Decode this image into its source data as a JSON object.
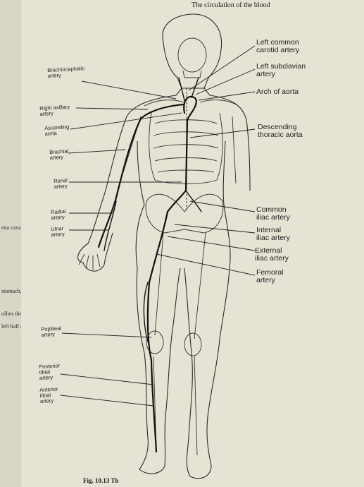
{
  "page_header": "The circulation of the blood",
  "caption": "Fig. 10.13 Th",
  "left_margin_fragments": [
    "stomach, pancr",
    "ollies the sma",
    "left half of th",
    "ena cava vein"
  ],
  "labels_left": [
    {
      "id": "brachiocephalic",
      "text": "Brachiocephalic\nartery"
    },
    {
      "id": "right-axillary",
      "text": "Right axillary\nartery"
    },
    {
      "id": "ascending-aorta",
      "text": "Ascending\naorta"
    },
    {
      "id": "brachial",
      "text": "Brachial\nartery"
    },
    {
      "id": "renal",
      "text": "Renal\nartery"
    },
    {
      "id": "radial",
      "text": "Radial\nartery"
    },
    {
      "id": "ulnar",
      "text": "Ulnar\nartery"
    },
    {
      "id": "popliteal",
      "text": "Popliteal\nartery"
    },
    {
      "id": "posterior-tibial",
      "text": "Posterior\ntibial\nartery"
    },
    {
      "id": "anterior-tibial",
      "text": "Anterior\ntibial\nartery"
    }
  ],
  "labels_right": [
    {
      "id": "left-common-carotid",
      "text": "Left common\ncarotid artery"
    },
    {
      "id": "left-subclavian",
      "text": "Left subclavian\nartery"
    },
    {
      "id": "arch-of-aorta",
      "text": "Arch of aorta"
    },
    {
      "id": "descending-thoracic-aorta",
      "text": "Descending\nthoracic aorta"
    },
    {
      "id": "common-iliac",
      "text": "Common\niliac artery"
    },
    {
      "id": "internal-iliac",
      "text": "Internal\niliac artery"
    },
    {
      "id": "external-iliac",
      "text": "External\niliac artery"
    },
    {
      "id": "femoral",
      "text": "Femoral\nartery"
    }
  ]
}
